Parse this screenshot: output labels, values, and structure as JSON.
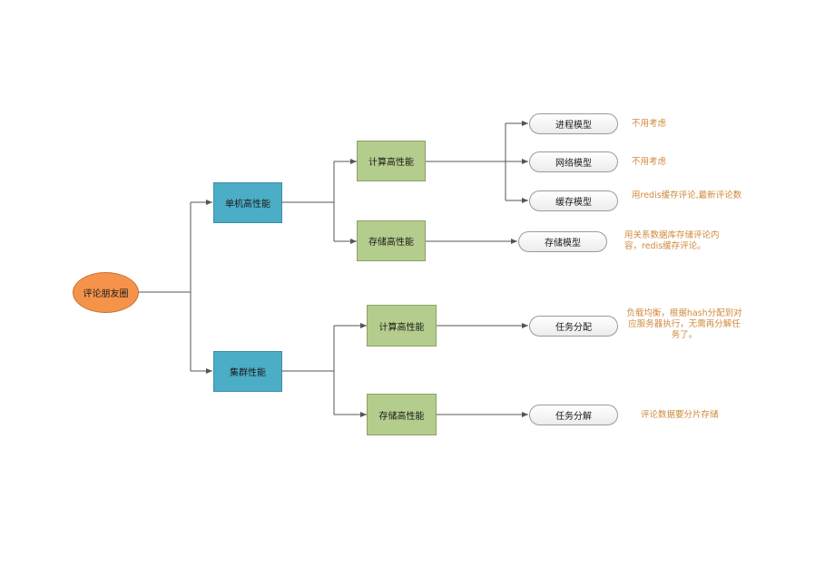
{
  "root": {
    "label": "评论朋友圈"
  },
  "branches": [
    {
      "label": "单机高性能",
      "children": [
        {
          "label": "计算高性能",
          "leaves": [
            {
              "label": "进程模型",
              "note": "不用考虑"
            },
            {
              "label": "网络模型",
              "note": "不用考虑"
            },
            {
              "label": "缓存模型",
              "note": "用redis缓存评论,最新评论数"
            }
          ]
        },
        {
          "label": "存储高性能",
          "leaves": [
            {
              "label": "存储模型",
              "note": "用关系数据库存储评论内容，redis缓存评论。"
            }
          ]
        }
      ]
    },
    {
      "label": "集群性能",
      "children": [
        {
          "label": "计算高性能",
          "leaves": [
            {
              "label": "任务分配",
              "note": "负载均衡，根据hash分配到对应服务器执行，无需再分解任务了。"
            }
          ]
        },
        {
          "label": "存储高性能",
          "leaves": [
            {
              "label": "任务分解",
              "note": "评论数据要分片存储"
            }
          ]
        }
      ]
    }
  ],
  "colors": {
    "root": "#f5934a",
    "level1": "#4badc6",
    "level2": "#b4cc8c",
    "note": "#d08a3c",
    "connector": "#555555"
  }
}
